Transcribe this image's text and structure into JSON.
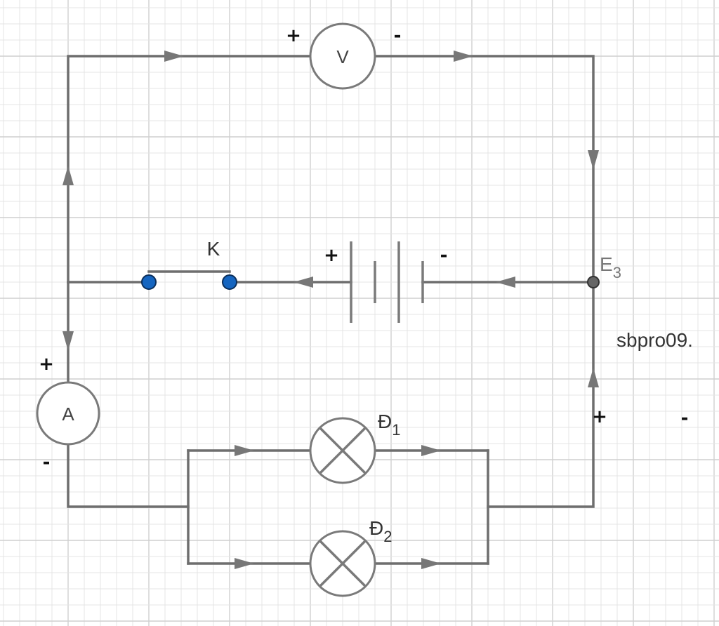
{
  "labels": {
    "voltmeter": "V",
    "ammeter": "A",
    "switch": "K",
    "battery_node": "E",
    "battery_node_sub": "3",
    "lamp1": "Đ",
    "lamp1_sub": "1",
    "lamp2": "Đ",
    "lamp2_sub": "2",
    "watermark": "sbpro09."
  },
  "signs": {
    "voltmeter_plus": "+",
    "voltmeter_minus": "-",
    "battery_plus": "+",
    "battery_minus": "-",
    "ammeter_plus": "+",
    "ammeter_minus": "-",
    "right_plus": "+",
    "right_minus": "-"
  },
  "colors": {
    "wire": "#6e6e6e",
    "switch_terminal": "#1565c0",
    "node": "#666666",
    "grid_minor": "#e4e4e4",
    "grid_major": "#cfcfcf"
  }
}
